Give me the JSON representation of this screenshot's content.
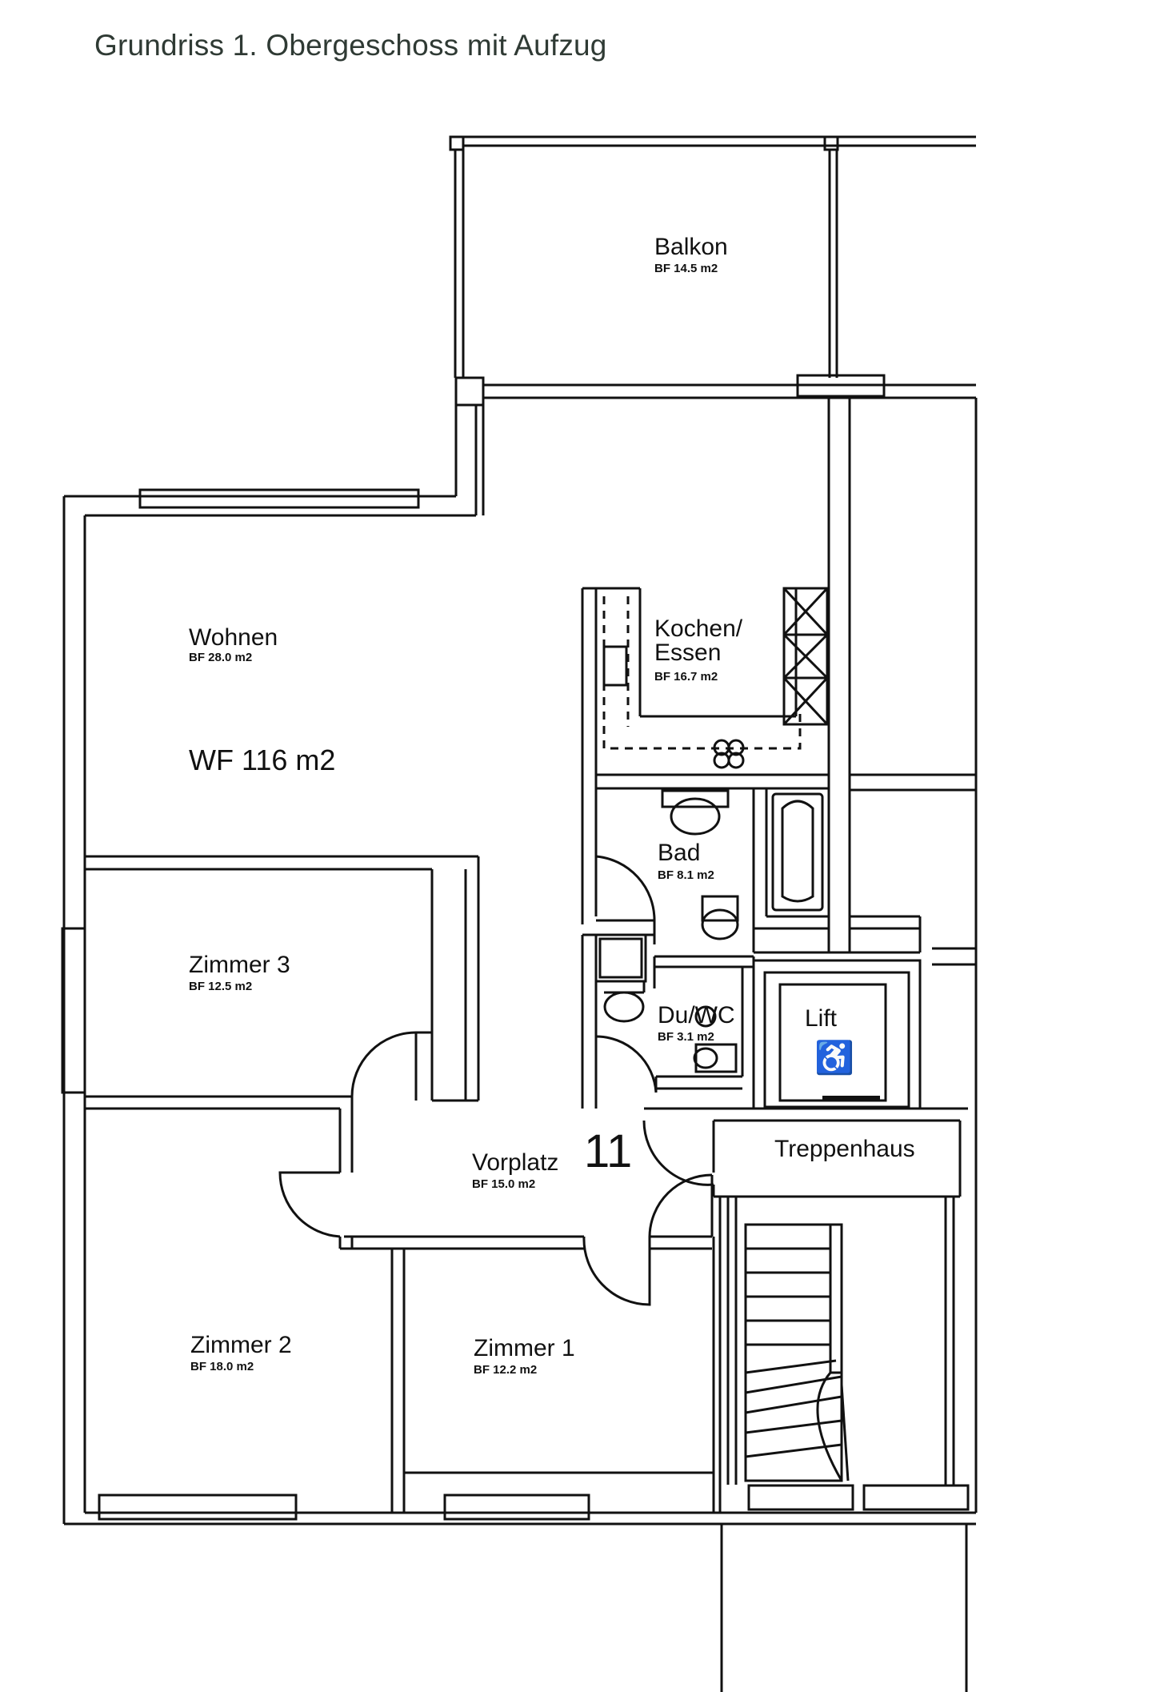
{
  "title": "Grundriss 1. Obergeschoss mit Aufzug",
  "total_area": "WF 116 m2",
  "unit_number": "11",
  "stairwell_label": "Treppenhaus",
  "rooms": [
    {
      "name": "Balkon",
      "area": "BF 14.5 m2"
    },
    {
      "name": "Wohnen",
      "area": "BF 28.0 m2"
    },
    {
      "name": "Kochen/",
      "name2": "Essen",
      "area": "BF 16.7 m2"
    },
    {
      "name": "Bad",
      "area": "BF 8.1 m2"
    },
    {
      "name": "Zimmer 3",
      "area": "BF 12.5 m2"
    },
    {
      "name": "Du/WC",
      "area": "BF 3.1 m2"
    },
    {
      "name": "Lift",
      "symbol": "♿"
    },
    {
      "name": "Vorplatz",
      "area": "BF 15.0 m2"
    },
    {
      "name": "Zimmer 2",
      "area": "BF 18.0 m2"
    },
    {
      "name": "Zimmer 1",
      "area": "BF 12.2 m2"
    }
  ],
  "colors": {
    "line": "#111111",
    "title": "#2f3a34",
    "background": "#ffffff"
  }
}
